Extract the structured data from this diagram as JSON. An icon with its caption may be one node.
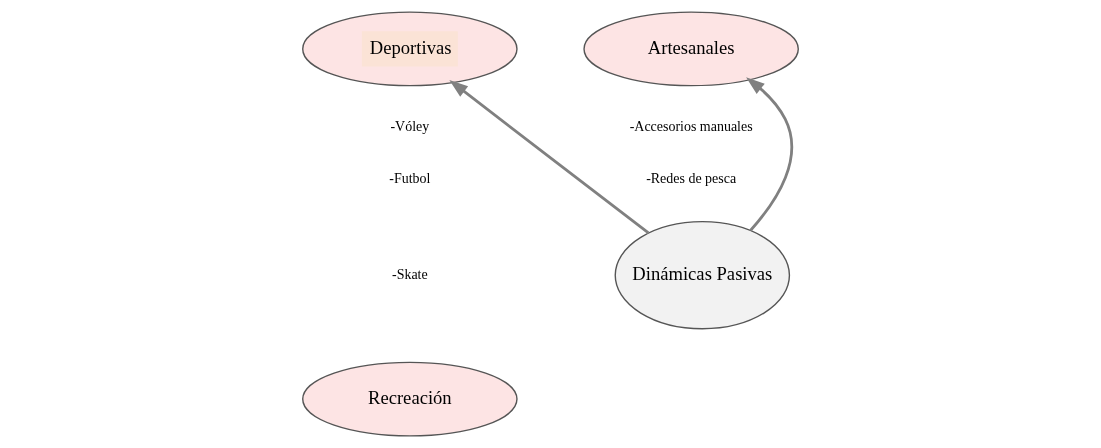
{
  "diagram": {
    "nodes": [
      {
        "text": [
          "Deportivas"
        ]
      },
      {
        "text": [
          "Artesanales"
        ]
      },
      {
        "text": [
          "Dinámicas Pasivas"
        ]
      },
      {
        "text": [
          "Recreación"
        ]
      }
    ],
    "edges": [
      {
        "from": 2,
        "to": 0,
        "arrow": "to"
      },
      {
        "from": 2,
        "to": 1,
        "arrow": "to"
      }
    ],
    "labels": [
      "-Vóley",
      "-Futbol",
      "-Skate",
      "-Accesorios manuales",
      "-Redes de pesca"
    ]
  }
}
